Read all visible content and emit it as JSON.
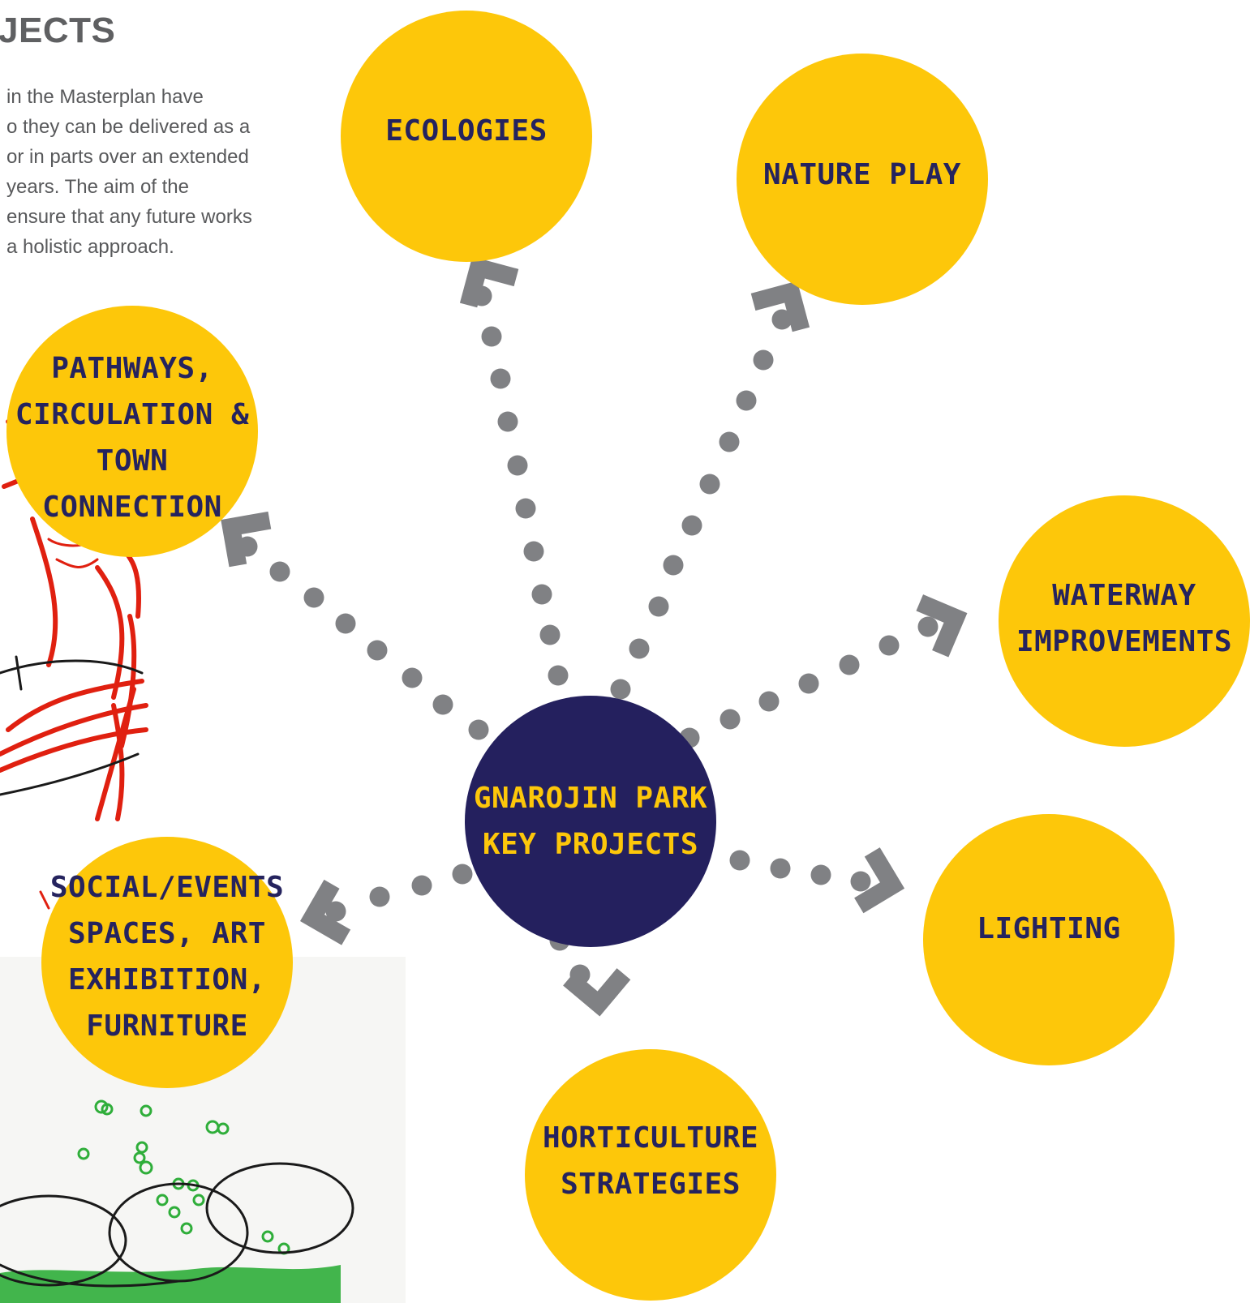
{
  "page": {
    "title": "JECTS",
    "intro_lines": [
      "in the Masterplan have",
      "o they can be delivered as a",
      "or in parts over an extended",
      "years. The aim of the",
      "ensure that any future works",
      "a holistic approach."
    ]
  },
  "diagram": {
    "center": {
      "lines": [
        "GNAROJIN PARK",
        "KEY PROJECTS"
      ]
    },
    "nodes": [
      {
        "id": "ecologies",
        "lines": [
          "ECOLOGIES"
        ]
      },
      {
        "id": "nature-play",
        "lines": [
          "NATURE PLAY"
        ]
      },
      {
        "id": "pathways",
        "lines": [
          "PATHWAYS,",
          "CIRCULATION &",
          "TOWN",
          "CONNECTION"
        ]
      },
      {
        "id": "waterway",
        "lines": [
          "WATERWAY",
          "IMPROVEMENTS"
        ]
      },
      {
        "id": "lighting",
        "lines": [
          "LIGHTING"
        ]
      },
      {
        "id": "social-events",
        "lines": [
          "SOCIAL/EVENTS",
          "SPACES, ART",
          "EXHIBITION,",
          "FURNITURE"
        ]
      },
      {
        "id": "horticulture",
        "lines": [
          "HORTICULTURE",
          "STRATEGIES"
        ]
      }
    ]
  },
  "colors": {
    "project_circle": "#fdc70a",
    "center_circle": "#24205e",
    "connector": "#808184",
    "label_text": "#25235e",
    "center_text": "#fdc70a",
    "body_text": "#58595b"
  }
}
